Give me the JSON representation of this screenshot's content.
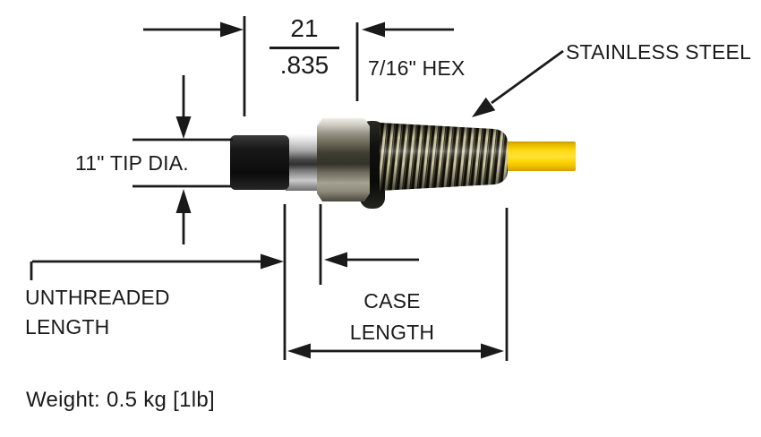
{
  "colors": {
    "ink": "#1a1a1a",
    "cable_yellow": "#ffd400",
    "tip_black": "#141414",
    "metal_silver": "#b9b5a7"
  },
  "dimensions": {
    "thread_length": {
      "metric": "21",
      "imperial": ".835"
    },
    "hex_size": "7/16\" HEX",
    "tip_diameter": "11\" TIP DIA.",
    "unthreaded": {
      "line1": "UNTHREADED",
      "line2": "LENGTH"
    },
    "case": {
      "line1": "CASE",
      "line2": "LENGTH"
    }
  },
  "annotations": {
    "material": "STAINLESS STEEL"
  },
  "footer": {
    "weight": "Weight: 0.5 kg [1lb]"
  }
}
